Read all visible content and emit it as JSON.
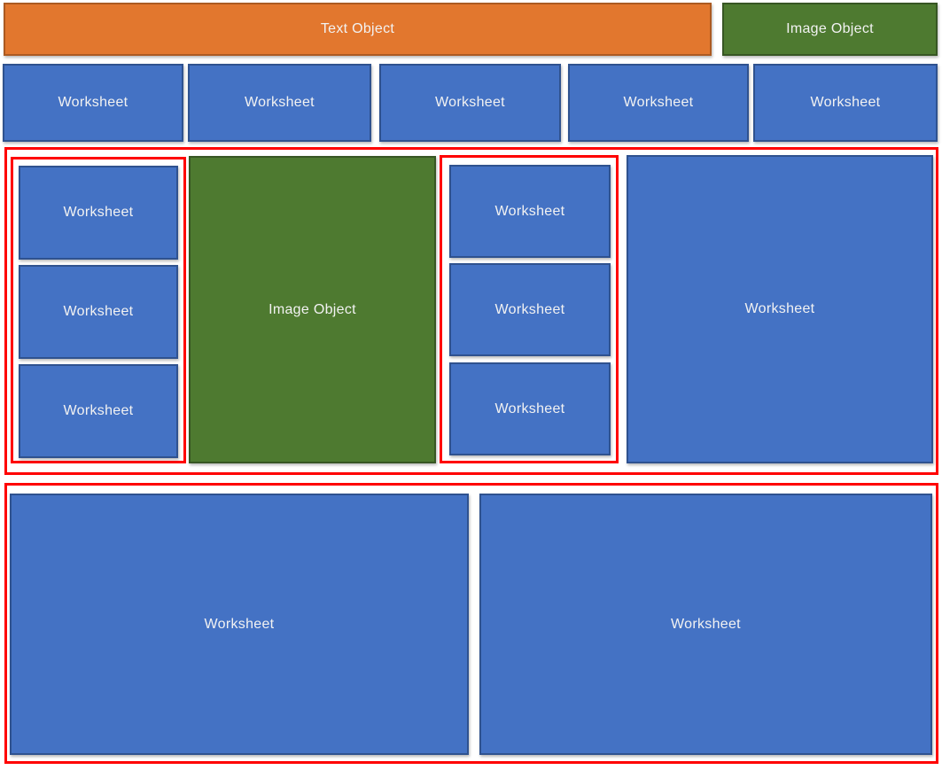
{
  "diagram": {
    "top_row": {
      "text_object_label": "Text Object",
      "image_object_label": "Image Object"
    },
    "worksheet_row": [
      "Worksheet",
      "Worksheet",
      "Worksheet",
      "Worksheet",
      "Worksheet"
    ],
    "middle_section": {
      "left_group": [
        "Worksheet",
        "Worksheet",
        "Worksheet"
      ],
      "image_object_label": "Image Object",
      "center_group": [
        "Worksheet",
        "Worksheet",
        "Worksheet"
      ],
      "right_worksheet_label": "Worksheet"
    },
    "bottom_section": [
      "Worksheet",
      "Worksheet"
    ]
  },
  "colors": {
    "worksheet_fill": "#4472C4",
    "worksheet_border": "#2F528F",
    "text_object_fill": "#E2772E",
    "text_object_border": "#AC5A21",
    "image_object_fill": "#4E7A30",
    "image_object_border": "#375623",
    "group_outline": "#FF0000",
    "label_text": "#F2F2F2",
    "background": "#FFFFFF"
  }
}
